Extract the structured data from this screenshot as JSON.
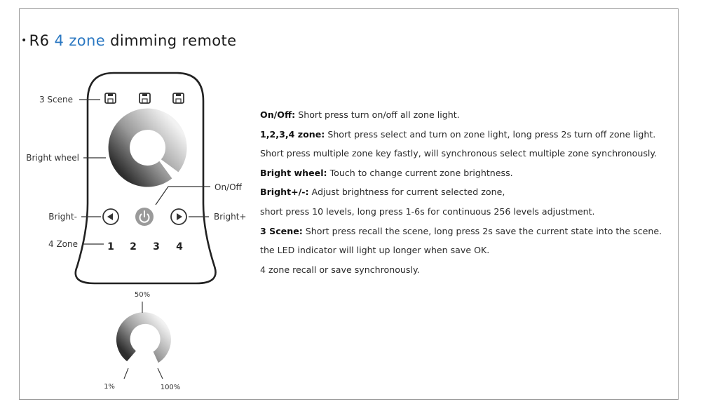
{
  "title": {
    "bullet": "•",
    "prefix": "R6 ",
    "accent": "4 zone",
    "suffix": " dimming remote"
  },
  "colors": {
    "accent": "#2b78c2",
    "frame": "#9a9a9a",
    "remote_outline": "#222222"
  },
  "remote": {
    "labels": {
      "scene": "3 Scene",
      "bright_wheel": "Bright wheel",
      "on_off": "On/Off",
      "bright_minus": "Bright-",
      "bright_plus": "Bright+",
      "zone": "4 Zone"
    },
    "scene_buttons": [
      {
        "icon": "save-icon"
      },
      {
        "icon": "save-icon"
      },
      {
        "icon": "save-icon"
      }
    ],
    "zone_keys": [
      "1",
      "2",
      "3",
      "4"
    ],
    "icons": {
      "left": "play-left-icon",
      "power": "power-icon",
      "right": "play-right-icon"
    }
  },
  "wheel_scale": {
    "top": "50%",
    "bottom_left": "1%",
    "bottom_right": "100%"
  },
  "descriptions": [
    {
      "key": "On/Off:",
      "text": " Short press turn on/off all zone light."
    },
    {
      "key": "1,2,3,4 zone:",
      "text": " Short press select and turn on zone light, long press 2s turn off zone light."
    },
    {
      "key": "",
      "text": "Short press multiple zone key fastly, will synchronous select multiple zone synchronously."
    },
    {
      "key": "Bright wheel:",
      "text": " Touch to change current zone brightness."
    },
    {
      "key": "Bright+/-:",
      "text": " Adjust brightness for current selected zone,"
    },
    {
      "key": "",
      "text": "short press 10 levels,  long press 1-6s for continuous 256 levels adjustment."
    },
    {
      "key": "3 Scene:",
      "text": " Short press recall the scene, long press 2s save the current state into the scene."
    },
    {
      "key": "",
      "text": "the LED indicator will light up longer when save OK."
    },
    {
      "key": "",
      "text": "4 zone recall or save synchronously."
    }
  ]
}
